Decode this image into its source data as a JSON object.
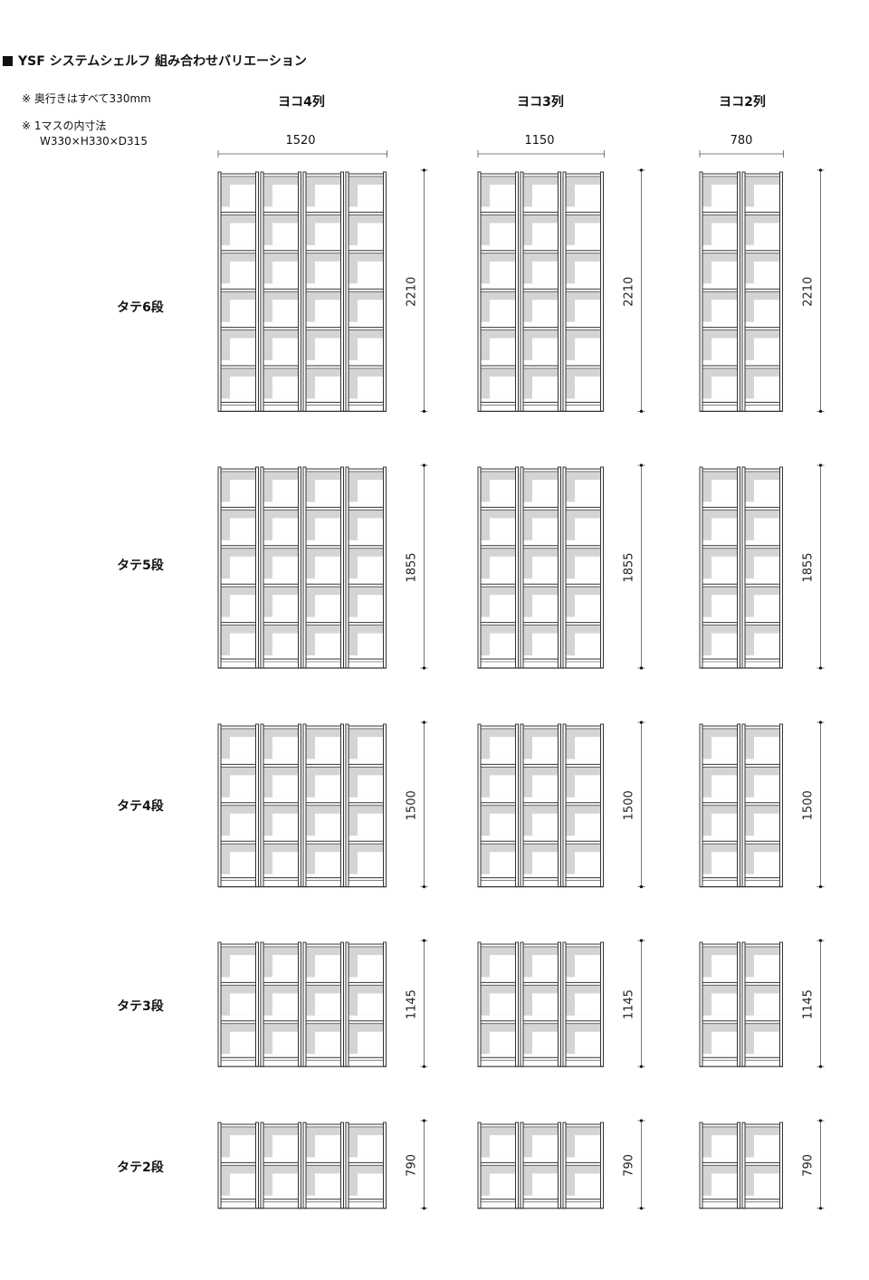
{
  "title": "YSF システムシェルフ 組み合わせバリエーション",
  "notes": {
    "depth": "※ 奥行きはすべて330mm",
    "cell_size_label": "※ 1マスの内寸法",
    "cell_size_value": "W330×H330×D315"
  },
  "columns": [
    {
      "label": "ヨコ4列",
      "width": "1520",
      "count": 4
    },
    {
      "label": "ヨコ3列",
      "width": "1150",
      "count": 3
    },
    {
      "label": "ヨコ2列",
      "width": "780",
      "count": 2
    }
  ],
  "rows": [
    {
      "label": "タテ6段",
      "height": "2210",
      "count": 6
    },
    {
      "label": "タテ5段",
      "height": "1855",
      "count": 5
    },
    {
      "label": "タテ4段",
      "height": "1500",
      "count": 4
    },
    {
      "label": "タテ3段",
      "height": "1145",
      "count": 3
    },
    {
      "label": "タテ2段",
      "height": "790",
      "count": 2
    }
  ],
  "colors": {
    "line": "#333333",
    "shadow": "#d4d4d4",
    "dim_line": "#555555"
  }
}
